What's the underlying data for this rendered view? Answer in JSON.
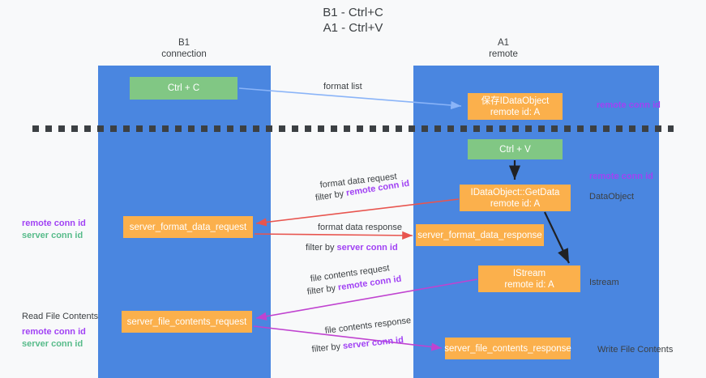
{
  "diagram": {
    "type": "sequence-lane-diagram",
    "title_lines": [
      "B1 - Ctrl+C",
      "A1 - Ctrl+V"
    ],
    "background": "#f8f9fa",
    "colors": {
      "lane": "#4a86e0",
      "green_node": "#81c784",
      "orange_node": "#fbb04c",
      "text_dark": "#3c4043",
      "remote_conn_id": "#a142f4",
      "server_conn_id": "#57bb8a",
      "arrow_blue": "#8ab4f8",
      "arrow_red": "#e8554f",
      "arrow_magenta": "#c043d0",
      "arrow_black": "#202124",
      "divider": "#3c4043"
    },
    "columns": [
      {
        "id": "b1",
        "title": "B1",
        "subtitle": "connection"
      },
      {
        "id": "a1",
        "title": "A1",
        "subtitle": "remote"
      }
    ],
    "nodes": [
      {
        "id": "ctrl-c",
        "line1": "Ctrl + C",
        "line2": "",
        "color": "green"
      },
      {
        "id": "save-idataobject",
        "line1": "保存IDataObject",
        "line2": "remote id: A",
        "color": "orange"
      },
      {
        "id": "ctrl-v",
        "line1": "Ctrl + V",
        "line2": "",
        "color": "green"
      },
      {
        "id": "idataobject-getdata",
        "line1": "IDataObject::GetData",
        "line2": "remote id: A",
        "color": "orange"
      },
      {
        "id": "server-format-data-request",
        "line1": "server_format_data_request",
        "line2": "",
        "color": "orange"
      },
      {
        "id": "server-format-data-response",
        "line1": "server_format_data_response",
        "line2": "",
        "color": "orange"
      },
      {
        "id": "istream",
        "line1": "IStream",
        "line2": "remote id: A",
        "color": "orange"
      },
      {
        "id": "server-file-contents-request",
        "line1": "server_file_contents_request",
        "line2": "",
        "color": "orange"
      },
      {
        "id": "server-file-contents-response",
        "line1": "server_file_contents_response",
        "line2": "",
        "color": "orange"
      }
    ],
    "edge_labels": {
      "format_list": "format list",
      "format_data_request": "format data request",
      "format_data_request_filter_prefix": "filter by ",
      "format_data_request_filter_key": "remote conn id",
      "format_data_response": "format data response",
      "format_data_response_filter_prefix": "filter by ",
      "format_data_response_filter_key": "server conn id",
      "file_contents_request": "file contents request",
      "file_contents_request_filter_prefix": "filter by ",
      "file_contents_request_filter_key": "remote conn id",
      "file_contents_response": "file contents response",
      "file_contents_response_filter_prefix": "filter by ",
      "file_contents_response_filter_key": "server conn id"
    },
    "annotations": {
      "right_top_remote_conn_id": "remote conn id",
      "right_mid_remote_conn_id": "remote conn id",
      "right_dataobject": "DataObject",
      "right_istream": "Istream",
      "right_write_file_contents": "Write File Contents",
      "left_remote_conn_id_1": "remote conn id",
      "left_server_conn_id_1": "server conn id",
      "left_read_file_contents": "Read File Contents",
      "left_remote_conn_id_2": "remote conn id",
      "left_server_conn_id_2": "server conn id"
    }
  }
}
